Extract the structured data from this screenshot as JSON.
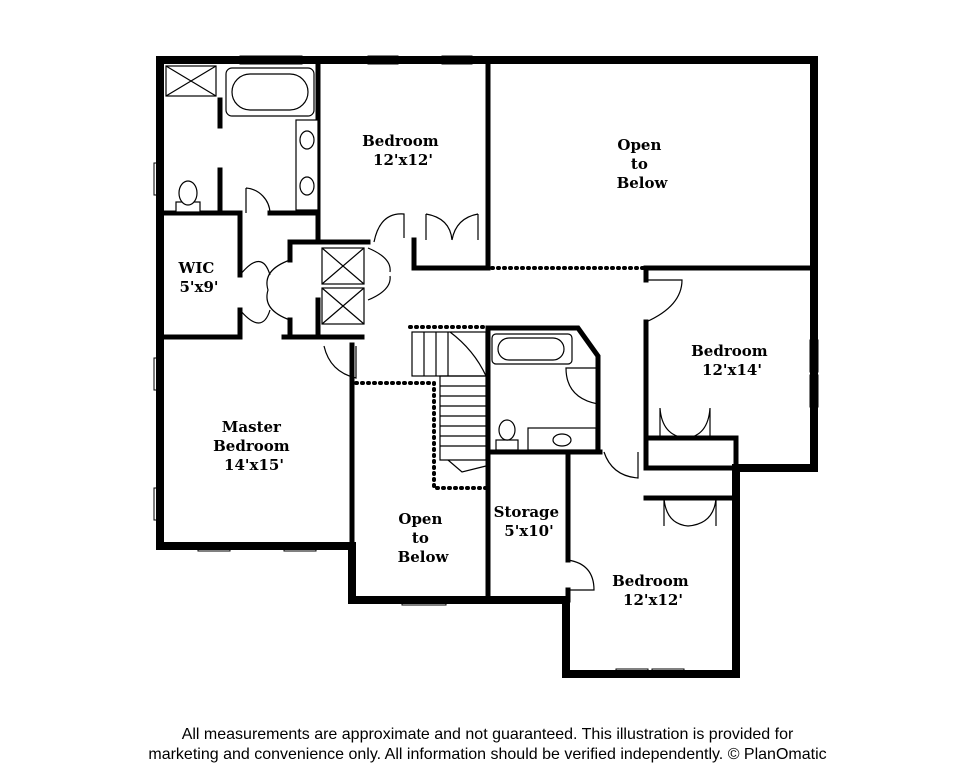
{
  "floorplan": {
    "rooms": [
      {
        "id": "bedroom-top",
        "lines": [
          "Bedroom",
          "12'x12'"
        ]
      },
      {
        "id": "open-below-top",
        "lines": [
          "Open",
          "to",
          "Below"
        ]
      },
      {
        "id": "wic",
        "lines": [
          "WIC",
          "5'x9'"
        ]
      },
      {
        "id": "bedroom-right",
        "lines": [
          "Bedroom",
          "12'x14'"
        ]
      },
      {
        "id": "master-bedroom",
        "lines": [
          "Master",
          "Bedroom",
          "14'x15'"
        ]
      },
      {
        "id": "open-below-center",
        "lines": [
          "Open",
          "to",
          "Below"
        ]
      },
      {
        "id": "storage",
        "lines": [
          "Storage",
          "5'x10'"
        ]
      },
      {
        "id": "bedroom-bottom",
        "lines": [
          "Bedroom",
          "12'x12'"
        ]
      }
    ]
  },
  "disclaimer": {
    "line1": "All measurements are approximate and not guaranteed. This illustration is provided for",
    "line2": "marketing and convenience only. All information should be verified independently. © PlanOmatic"
  }
}
